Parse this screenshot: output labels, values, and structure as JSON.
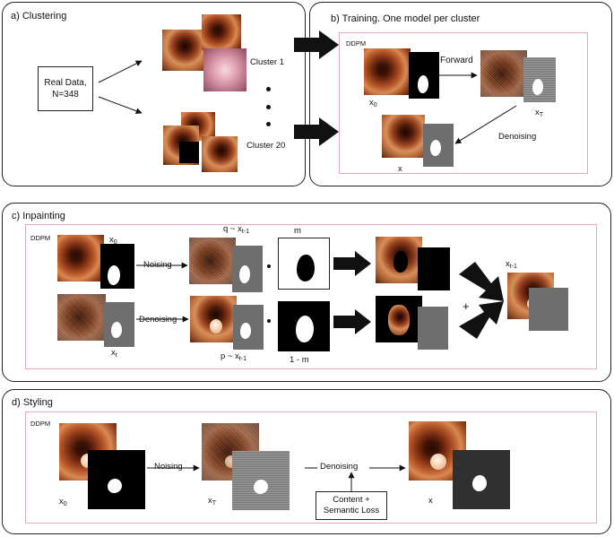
{
  "panel_a": {
    "title": "a) Clustering",
    "real_data": [
      "Real Data,",
      "N=348"
    ],
    "cluster_1": "Cluster 1",
    "cluster_20": "Cluster 20"
  },
  "panel_b": {
    "title": "b) Training. One model per cluster",
    "ddpm": "DDPM",
    "forward": "Forward",
    "denoising": "Denoising",
    "x0": "x",
    "x0_sub": "0",
    "xT": "x",
    "xT_sub": "T",
    "x": "x"
  },
  "panel_c": {
    "title": "c) Inpainting",
    "ddpm": "DDPM",
    "x0": "x",
    "x0_sub": "0",
    "xt": "x",
    "xt_sub": "t",
    "noising": "Noising",
    "denoising": "Denoising",
    "q_label": "q ~ x",
    "q_sub": "t-1",
    "p_label": "p ~ x",
    "p_sub": "t-1",
    "m": "m",
    "one_minus_m": "1 - m",
    "plus": "+",
    "xt1": "x",
    "xt1_sub": "t-1"
  },
  "panel_d": {
    "title": "d) Styling",
    "ddpm": "DDPM",
    "noising": "Noising",
    "denoising": "Denoising",
    "loss": [
      "Content +",
      "Semantic Loss"
    ],
    "x0": "x",
    "x0_sub": "0",
    "xT": "x",
    "xT_sub": "T",
    "x": "x"
  }
}
